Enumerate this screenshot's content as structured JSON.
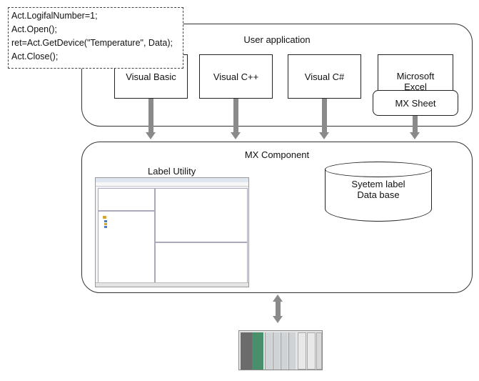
{
  "code_snippet": {
    "lines": [
      "Act.LogifalNumber=1;",
      "Act.Open();",
      "ret=Act.GetDevice(\"Temperature\", Data);",
      "Act.Close();"
    ]
  },
  "user_application": {
    "title": "User application",
    "boxes": {
      "visual_basic": "Visual Basic",
      "visual_cpp": "Visual C++",
      "visual_csharp": "Visual C#",
      "excel_line1": "Microsoft",
      "excel_line2": "Excel",
      "mx_sheet": "MX Sheet"
    }
  },
  "mx_component": {
    "title": "MX Component",
    "label_utility": "Label Utility",
    "database_line1": "Syetem label",
    "database_line2": "Data base"
  },
  "colors": {
    "arrow": "#8a8a8a",
    "border": "#333333",
    "plc_green": "#2f8f5a"
  }
}
